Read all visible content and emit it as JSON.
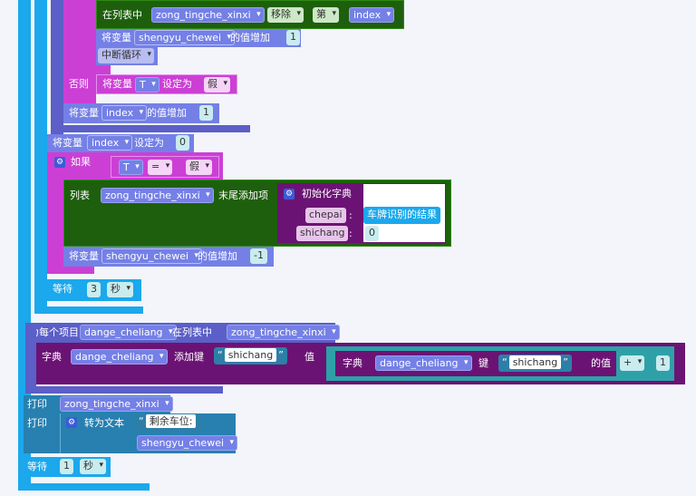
{
  "colors": {
    "control": "#1ba8ec",
    "logic": "#cc3fd5",
    "list": "#1e5f0d",
    "dict": "#6b1374",
    "var": "#7480e6",
    "math": "#2ea1a8",
    "text": "#2d7fa8",
    "print": "#2780b0"
  },
  "top_block": {
    "in_list": "在列表中",
    "list_var": "zong_tingche_xinxi",
    "remove": "移除",
    "nth": "第",
    "index_var": "index"
  },
  "inc1": {
    "label": "将变量",
    "var": "shengyu_chewei",
    "suffix": "的值增加",
    "value": "1"
  },
  "break": {
    "label": "中断循环"
  },
  "else_block": {
    "label": "否则",
    "set": "将变量",
    "var": "T",
    "to": "设定为",
    "value": "假"
  },
  "inc2": {
    "label": "将变量",
    "var": "index",
    "suffix": "的值增加",
    "value": "1"
  },
  "set_index": {
    "label": "将变量",
    "var": "index",
    "to": "设定为",
    "value": "0"
  },
  "if_block": {
    "label": "如果",
    "left": "T",
    "op": "=",
    "right": "假"
  },
  "append": {
    "list": "列表",
    "list_var": "zong_tingche_xinxi",
    "action": "末尾添加项",
    "dict_init": "初始化字典",
    "key1": "chepai",
    "val1": "车牌识别的结果",
    "key2": "shichang",
    "val2": "0",
    "colon": ":"
  },
  "inc3": {
    "label": "将变量",
    "var": "shengyu_chewei",
    "suffix": "的值增加",
    "value": "-1"
  },
  "wait1": {
    "label": "等待",
    "value": "3",
    "unit": "秒"
  },
  "foreach": {
    "label": "为每个项目",
    "item": "dange_cheliang",
    "in_list": "在列表中",
    "list_var": "zong_tingche_xinxi"
  },
  "dict_set": {
    "dict": "字典",
    "var": "dange_cheliang",
    "add_key": "添加键",
    "key": "shichang",
    "val_label": "值",
    "dict2": "字典",
    "var2": "dange_cheliang",
    "key_label": "键",
    "key2": "shichang",
    "value_of": "的值",
    "op": "+",
    "num": "1"
  },
  "print1": {
    "label": "打印",
    "var": "zong_tingche_xinxi"
  },
  "print2": {
    "label": "打印",
    "to_text": "转为文本",
    "str": "剩余车位:",
    "var": "shengyu_chewei"
  },
  "wait2": {
    "label": "等待",
    "value": "1",
    "unit": "秒"
  },
  "quote_open": "“",
  "quote_close": "”"
}
